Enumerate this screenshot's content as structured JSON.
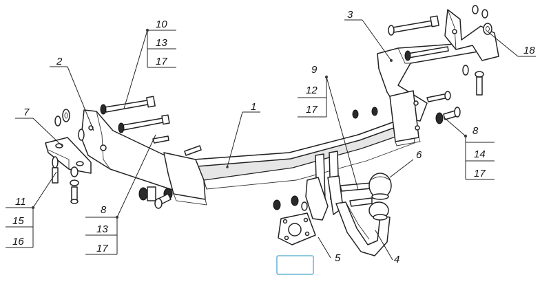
{
  "diagram": {
    "callouts": {
      "c1": "1",
      "c2": "2",
      "c3": "3",
      "c4": "4",
      "c5": "5",
      "c6": "6",
      "c7": "7",
      "c18": "18",
      "g10": [
        "10",
        "13",
        "17"
      ],
      "g9": [
        "9",
        "12",
        "17"
      ],
      "g8a": [
        "8",
        "14",
        "17"
      ],
      "g8b": [
        "8",
        "13",
        "17"
      ],
      "g11": [
        "11",
        "15",
        "16"
      ]
    },
    "stamp_box": {
      "color": "#4aa7c9",
      "text": ""
    }
  }
}
